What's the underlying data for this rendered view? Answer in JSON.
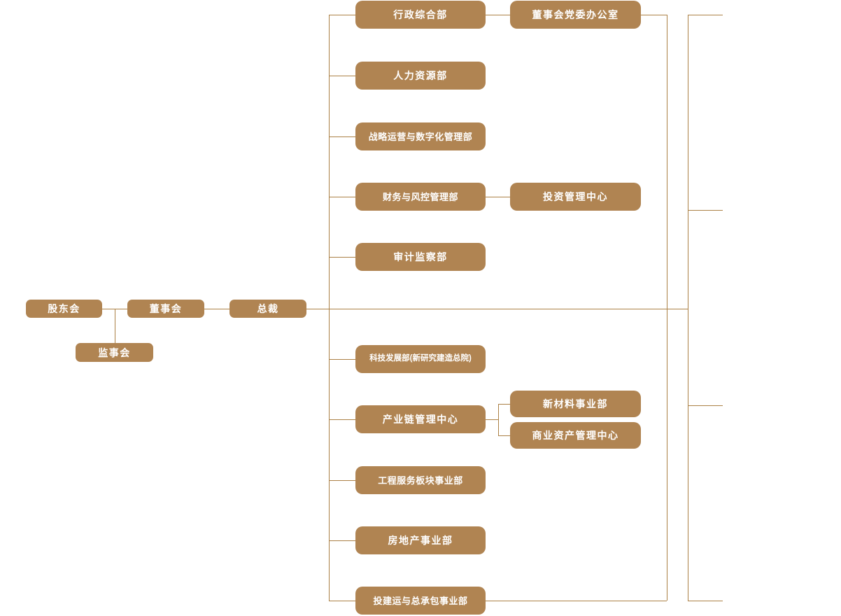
{
  "org_chart": {
    "nodes": {
      "shareholders": "股东会",
      "supervisory_board": "监事会",
      "board_of_directors": "董事会",
      "president": "总裁",
      "admin_general_dept": "行政综合部",
      "board_party_committee_office": "董事会党委办公室",
      "hr_dept": "人力资源部",
      "strategy_ops_digital_dept": "战略运营与数字化管理部",
      "finance_risk_dept": "财务与风控管理部",
      "investment_mgmt_center": "投资管理中心",
      "audit_supervision_dept": "审计监察部",
      "tech_dev_dept": "科技发展部(新研究建造总院)",
      "industry_chain_center": "产业链管理中心",
      "new_materials_dept": "新材料事业部",
      "commercial_asset_center": "商业资产管理中心",
      "engineering_services_dept": "工程服务板块事业部",
      "real_estate_dept": "房地产事业部",
      "invest_build_epc_dept": "投建运与总承包事业部"
    },
    "hierarchy": {
      "shareholders": [
        "supervisory_board",
        "board_of_directors"
      ],
      "board_of_directors": [
        "president"
      ],
      "president": [
        "admin_general_dept",
        "hr_dept",
        "strategy_ops_digital_dept",
        "finance_risk_dept",
        "audit_supervision_dept",
        "tech_dev_dept",
        "industry_chain_center",
        "engineering_services_dept",
        "real_estate_dept",
        "invest_build_epc_dept"
      ],
      "admin_general_dept": [
        "board_party_committee_office"
      ],
      "finance_risk_dept": [
        "investment_mgmt_center"
      ],
      "industry_chain_center": [
        "new_materials_dept",
        "commercial_asset_center"
      ]
    },
    "colors": {
      "node_fill": "#b08452",
      "node_text": "#ffffff",
      "connector": "#ab8045",
      "background": "#ffffff"
    }
  }
}
